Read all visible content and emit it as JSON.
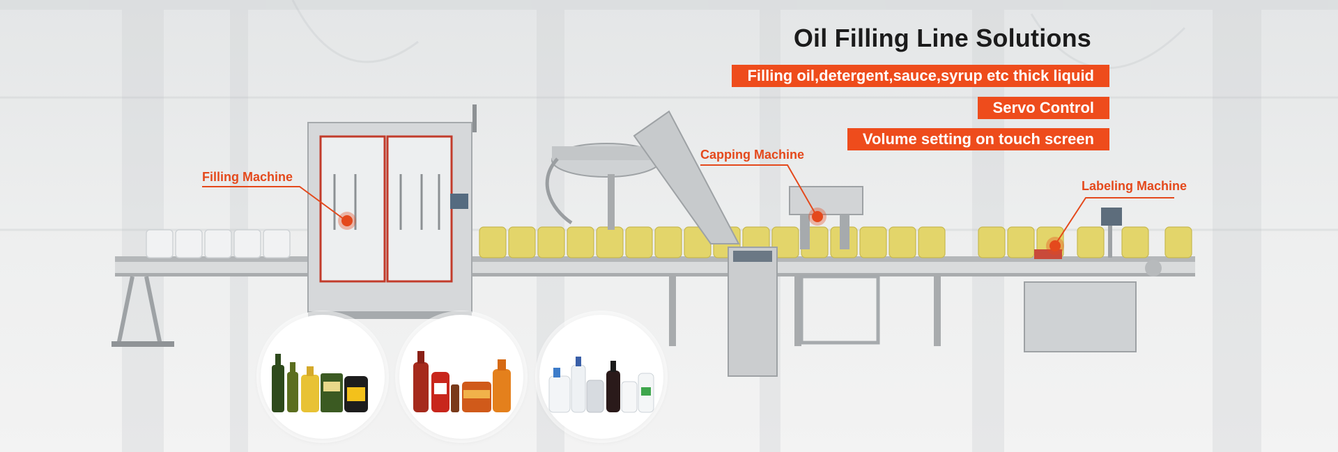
{
  "hero": {
    "title": "Oil Filling Line Solutions",
    "features": [
      "Filling oil,detergent,sauce,syrup etc thick liquid",
      "Servo Control",
      "Volume setting on touch screen"
    ]
  },
  "callouts": {
    "filling": "Filling Machine",
    "capping": "Capping Machine",
    "labeling": "Labeling Machine"
  },
  "product_circles": [
    {
      "category": "oil bottles"
    },
    {
      "category": "sauce bottles"
    },
    {
      "category": "detergent bottles"
    }
  ],
  "colors": {
    "accent": "#ee4c1c",
    "title": "#1b1b1b",
    "oil": "#e3d56a",
    "steel": "#c9ccce"
  }
}
